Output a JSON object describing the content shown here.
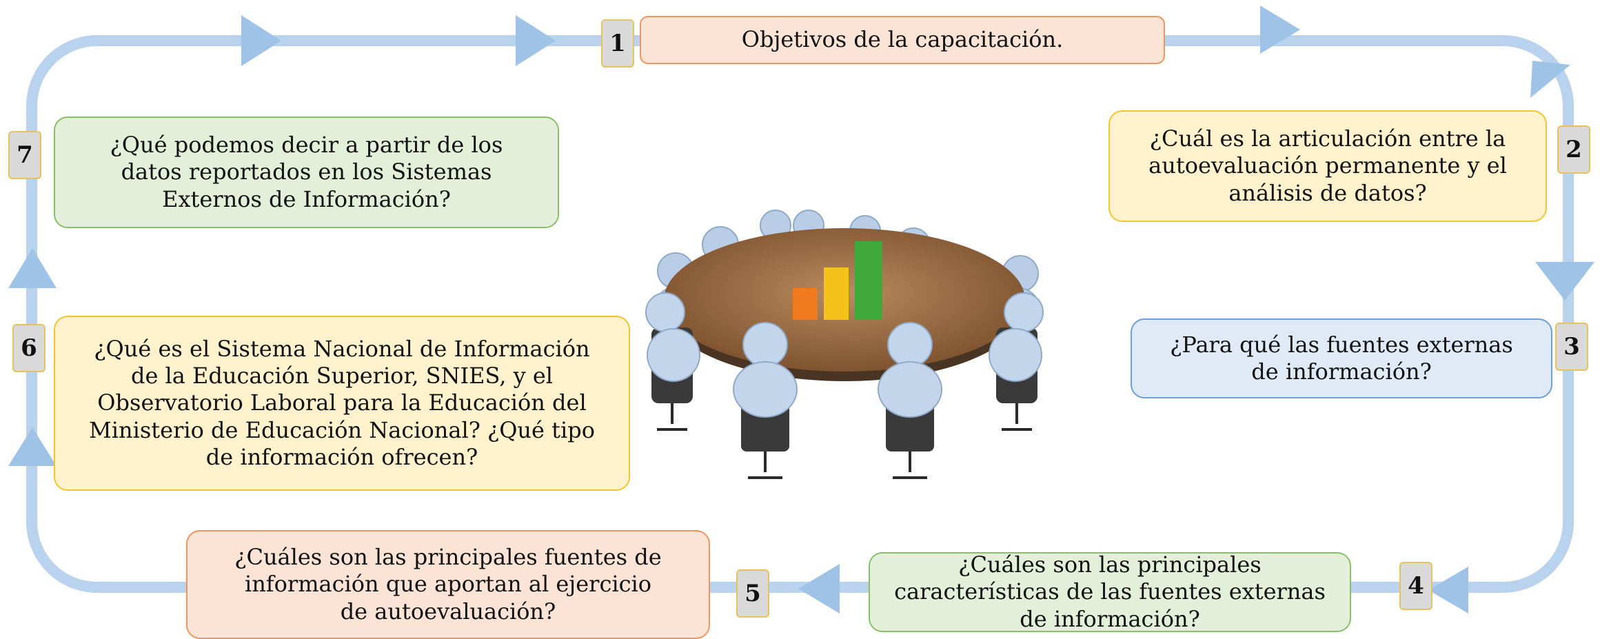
{
  "steps": [
    {
      "number": "1",
      "text": "Objetivos de la capacitación."
    },
    {
      "number": "2",
      "text": "¿Cuál es la articulación entre la autoevaluación permanente y el análisis de datos?"
    },
    {
      "number": "3",
      "text": "¿Para qué las fuentes externas de información?"
    },
    {
      "number": "4",
      "text": "¿Cuáles son las principales características de las fuentes externas de información?"
    },
    {
      "number": "5",
      "text": "¿Cuáles son las principales fuentes de información que aportan al ejercicio de autoevaluación?"
    },
    {
      "number": "6",
      "text": "¿Qué es el Sistema Nacional de Información de la Educación Superior, SNIES, y el Observatorio Laboral para la Educación del Ministerio de Educación Nacional?  ¿Qué tipo de información ofrecen?"
    },
    {
      "number": "7",
      "text": "¿Qué podemos decir a partir de los datos reportados en los Sistemas Externos de Información?"
    }
  ],
  "illustration": {
    "icon": "meeting-table-bar-chart-icon"
  },
  "colors": {
    "loop": "#b9d2ee",
    "arrow": "#9fc3e7",
    "orange_fill": "#fbe4d6",
    "yellow_fill": "#fff2cc",
    "blue_fill": "#dfeaf6",
    "green_fill": "#e3efd9",
    "number_badge": "#d9d9d9"
  }
}
